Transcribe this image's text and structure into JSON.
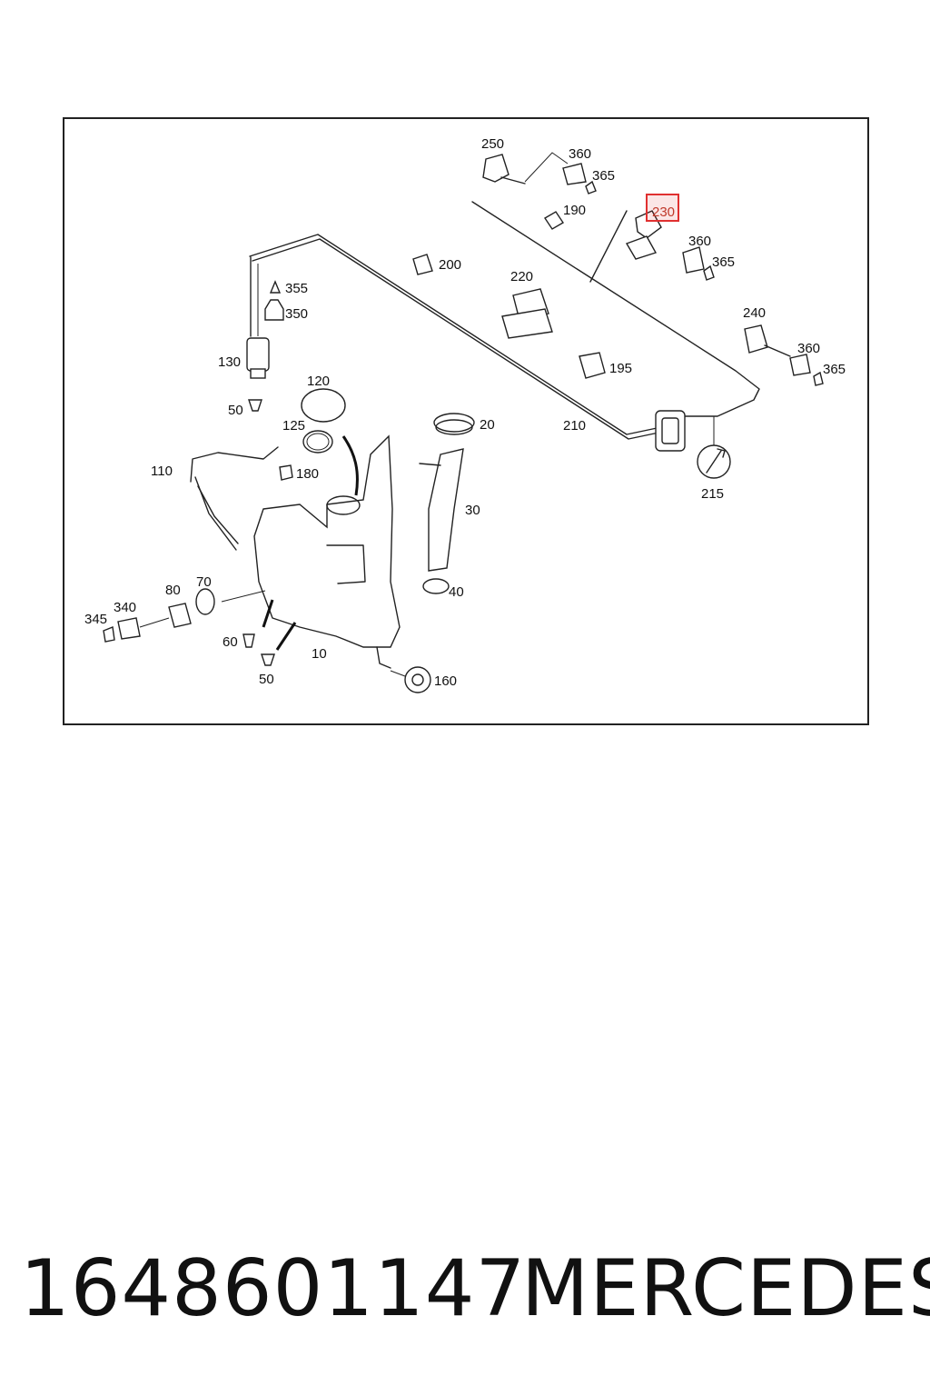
{
  "diagram": {
    "callouts": [
      {
        "id": "250",
        "label": "250"
      },
      {
        "id": "360a",
        "label": "360"
      },
      {
        "id": "365a",
        "label": "365"
      },
      {
        "id": "190",
        "label": "190"
      },
      {
        "id": "230",
        "label": "230",
        "highlighted": true
      },
      {
        "id": "360b",
        "label": "360"
      },
      {
        "id": "365b",
        "label": "365"
      },
      {
        "id": "200",
        "label": "200"
      },
      {
        "id": "220",
        "label": "220"
      },
      {
        "id": "355",
        "label": "355"
      },
      {
        "id": "350",
        "label": "350"
      },
      {
        "id": "240",
        "label": "240"
      },
      {
        "id": "360c",
        "label": "360"
      },
      {
        "id": "365c",
        "label": "365"
      },
      {
        "id": "130",
        "label": "130"
      },
      {
        "id": "195",
        "label": "195"
      },
      {
        "id": "120",
        "label": "120"
      },
      {
        "id": "50a",
        "label": "50"
      },
      {
        "id": "125",
        "label": "125"
      },
      {
        "id": "20",
        "label": "20"
      },
      {
        "id": "210",
        "label": "210"
      },
      {
        "id": "110",
        "label": "110"
      },
      {
        "id": "180",
        "label": "180"
      },
      {
        "id": "215",
        "label": "215"
      },
      {
        "id": "30",
        "label": "30"
      },
      {
        "id": "80",
        "label": "80"
      },
      {
        "id": "70",
        "label": "70"
      },
      {
        "id": "340",
        "label": "340"
      },
      {
        "id": "345",
        "label": "345"
      },
      {
        "id": "40",
        "label": "40"
      },
      {
        "id": "60",
        "label": "60"
      },
      {
        "id": "10",
        "label": "10"
      },
      {
        "id": "50b",
        "label": "50"
      },
      {
        "id": "160",
        "label": "160"
      }
    ],
    "highlight_color": "#e03030"
  },
  "footer": {
    "part_number": "1648601147",
    "brand": "MERCEDES"
  }
}
